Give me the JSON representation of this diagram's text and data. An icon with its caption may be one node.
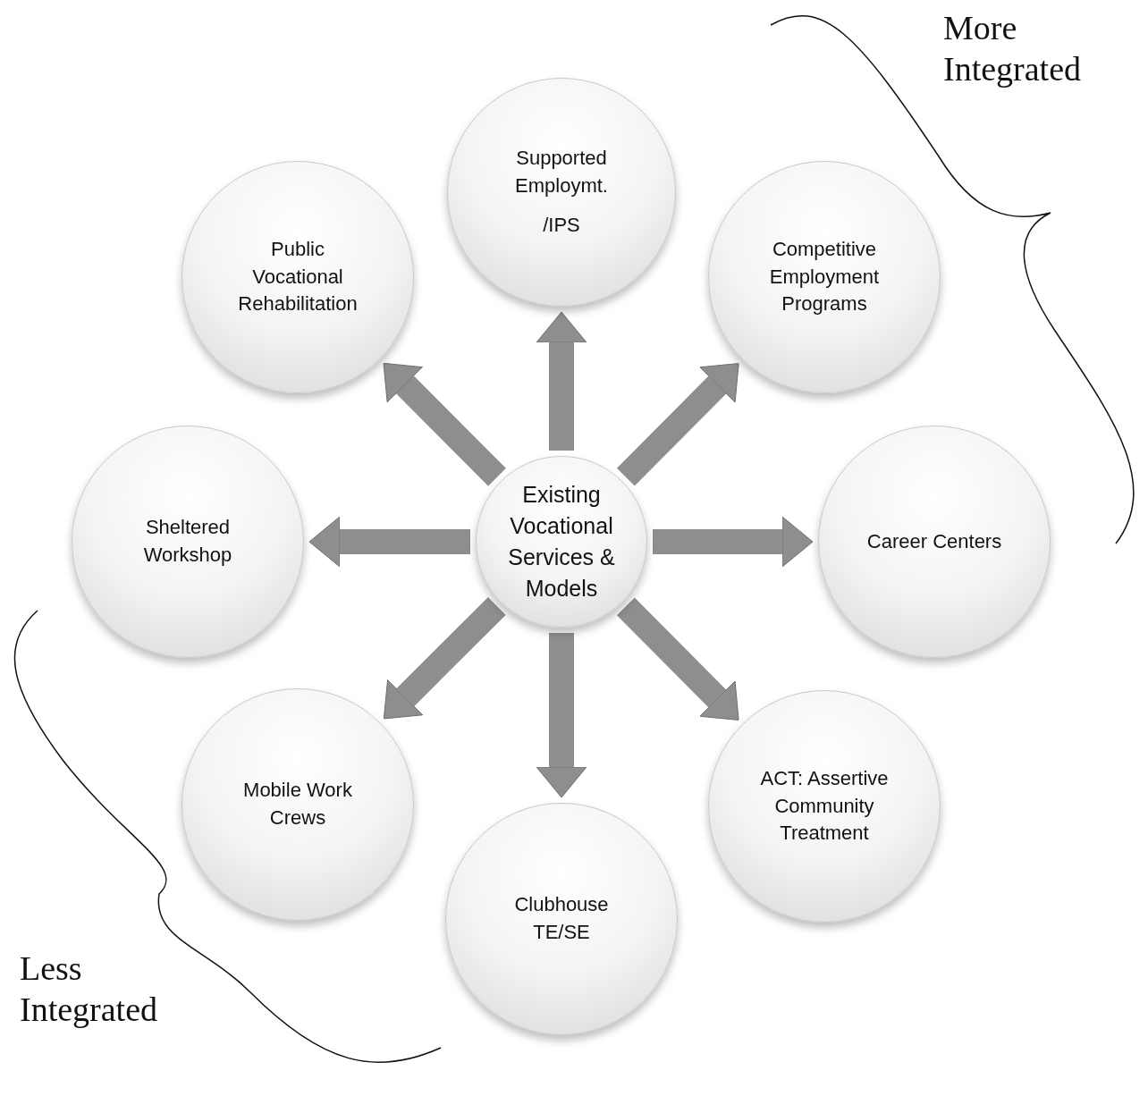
{
  "diagram": {
    "nodes": [
      {
        "text": [
          "Supported Employmt.",
          "/IPS"
        ]
      },
      {
        "text": [
          "Public Vocational Rehabilitation"
        ]
      },
      {
        "text": [
          "Competitive Employment Programs"
        ]
      },
      {
        "text": [
          "Existing Vocational Services & Models"
        ]
      },
      {
        "text": [
          "Sheltered Workshop"
        ]
      },
      {
        "text": [
          "Career Centers"
        ]
      },
      {
        "text": [
          "Mobile Work Crews"
        ]
      },
      {
        "text": [
          "ACT: Assertive Community Treatment"
        ]
      },
      {
        "text": [
          "Clubhouse TE/SE"
        ]
      }
    ],
    "edges": [
      {
        "from": 3,
        "to": 0,
        "arrow": "to"
      },
      {
        "from": 3,
        "to": 2,
        "arrow": "to"
      },
      {
        "from": 3,
        "to": 5,
        "arrow": "to"
      },
      {
        "from": 3,
        "to": 7,
        "arrow": "to"
      },
      {
        "from": 3,
        "to": 8,
        "arrow": "to"
      },
      {
        "from": 3,
        "to": 6,
        "arrow": "to"
      },
      {
        "from": 3,
        "to": 4,
        "arrow": "to"
      },
      {
        "from": 3,
        "to": 1,
        "arrow": "to"
      }
    ],
    "labels": [
      "More Integrated",
      "Less Integrated"
    ]
  }
}
